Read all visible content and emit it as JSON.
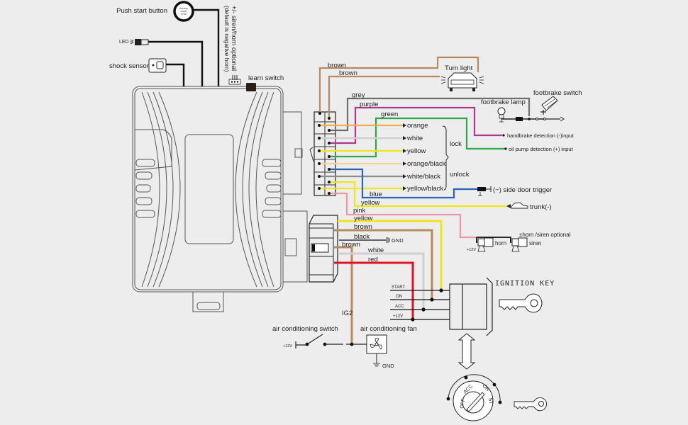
{
  "diagram": {
    "title": "Car alarm / remote start wiring diagram",
    "colors": {
      "background": "#ededed",
      "brown": "#b98a5e",
      "grey": "#6e6e6e",
      "purple": "#b0388e",
      "green": "#2fa84a",
      "orange": "#f0b04c",
      "white": "#cfcfcf",
      "yellow": "#f2e51c",
      "orange_black": "#f3d39c",
      "white_black": "#8d8d8d",
      "blue": "#2b63b8",
      "pink": "#ee98a6",
      "red": "#e0141e",
      "black": "#111111"
    },
    "top_components": {
      "push_start_button": "Push start button",
      "push_start_button_face": "ENGINE START STOP",
      "led": "LED",
      "shock_sensor": "shock sensor",
      "siren_note_line1": "+/- siren/horn optional",
      "siren_note_line2": "(default is negative horn)",
      "learn_switch": "learn switch"
    },
    "upper_connector_wires": {
      "brown_1": "brown",
      "brown_2": "brown",
      "turn_light": "Turn light",
      "grey": "grey",
      "purple": "purple",
      "green": "green",
      "footbrake_lamp": "footbrake lamp",
      "footbrake_switch": "footbrake switch",
      "handbrake_input": "handbrake detection (-)input",
      "oil_pump_input": "oil pump detection (+) input",
      "orange": "orange",
      "white": "white",
      "yellow": "yellow",
      "orange_black": "orange/black",
      "white_black": "white/black",
      "yellow_black": "yellow/black",
      "lock": "lock",
      "unlock": "unlock",
      "blue": "blue",
      "side_door_trigger": "(−) side door trigger",
      "yellow_trunk": "yellow",
      "trunk": "trunk(-)",
      "pink": "pink",
      "horn_siren_optional": "±horn /siren optional",
      "horn": "horn",
      "siren": "siren",
      "plus12v_horn": "+12V"
    },
    "lower_connector_wires": {
      "yellow": "yellow",
      "brown": "brown",
      "black": "black",
      "gnd": "GND",
      "brown_2": "brown",
      "white": "white",
      "red": "red",
      "ig2": "IG2"
    },
    "ignition": {
      "title": "IGNITION KEY",
      "start": "START",
      "on": "ON",
      "acc": "ACC",
      "plus12v": "+12V",
      "off_pos": "OFF",
      "acc_pos": "ACC",
      "on_pos": "ON",
      "st_pos": "ST"
    },
    "air_conditioning": {
      "switch": "air conditioning switch",
      "fan": "air conditioning fan",
      "plus12v": "+12V",
      "gnd": "GND"
    }
  }
}
